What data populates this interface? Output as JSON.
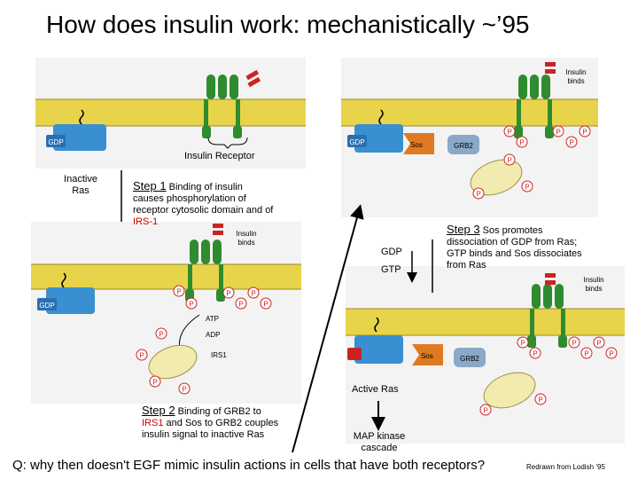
{
  "title": "How does insulin work: mechanistically ~’95",
  "labels": {
    "insulin_receptor": "Insulin Receptor",
    "inactive_ras_1": "Inactive",
    "inactive_ras_2": "Ras",
    "gdp_center": "GDP",
    "gtp_center": "GTP",
    "active_ras": "Active Ras",
    "map_kinase_1": "MAP kinase",
    "map_kinase_2": "cascade"
  },
  "panel_labels": {
    "gdp": "GDP",
    "sos": "Sos",
    "grb2": "GRB2",
    "insulin_binds_1": "Insulin",
    "insulin_binds_2": "binds",
    "p": "P",
    "atp": "ATP",
    "adp": "ADP",
    "irs1": "IRS1"
  },
  "steps": {
    "step1_heading": "Step 1",
    "step1_text_a": "Binding of insulin",
    "step1_text_b": "causes phosphorylation of",
    "step1_text_c": "receptor cytosolic domain and of",
    "step1_text_d": "IRS-1",
    "step2_heading": "Step 2",
    "step2_text_a": "Binding of GRB2 to",
    "step2_text_b": "IRS1",
    "step2_text_c": "and Sos to GRB2 couples",
    "step2_text_d": "insulin signal to inactive Ras",
    "step3_heading": "Step 3",
    "step3_text_a": "Sos promotes",
    "step3_text_b": "dissociation of GDP from Ras;",
    "step3_text_c": "GTP binds and Sos dissociates",
    "step3_text_d": "from Ras"
  },
  "question": "Q: why then doesn't EGF mimic insulin actions in cells that have both receptors?",
  "credit": "Redrawn from Lodish ’95",
  "colors": {
    "membrane": "#e8d44a",
    "ras": "#3a8fd0",
    "sos": "#e07a20",
    "grb2": "#8aa8c8",
    "receptor": "#2e8b2e",
    "irs1": "#f2ebb0",
    "phosphate": "#cc2222"
  }
}
